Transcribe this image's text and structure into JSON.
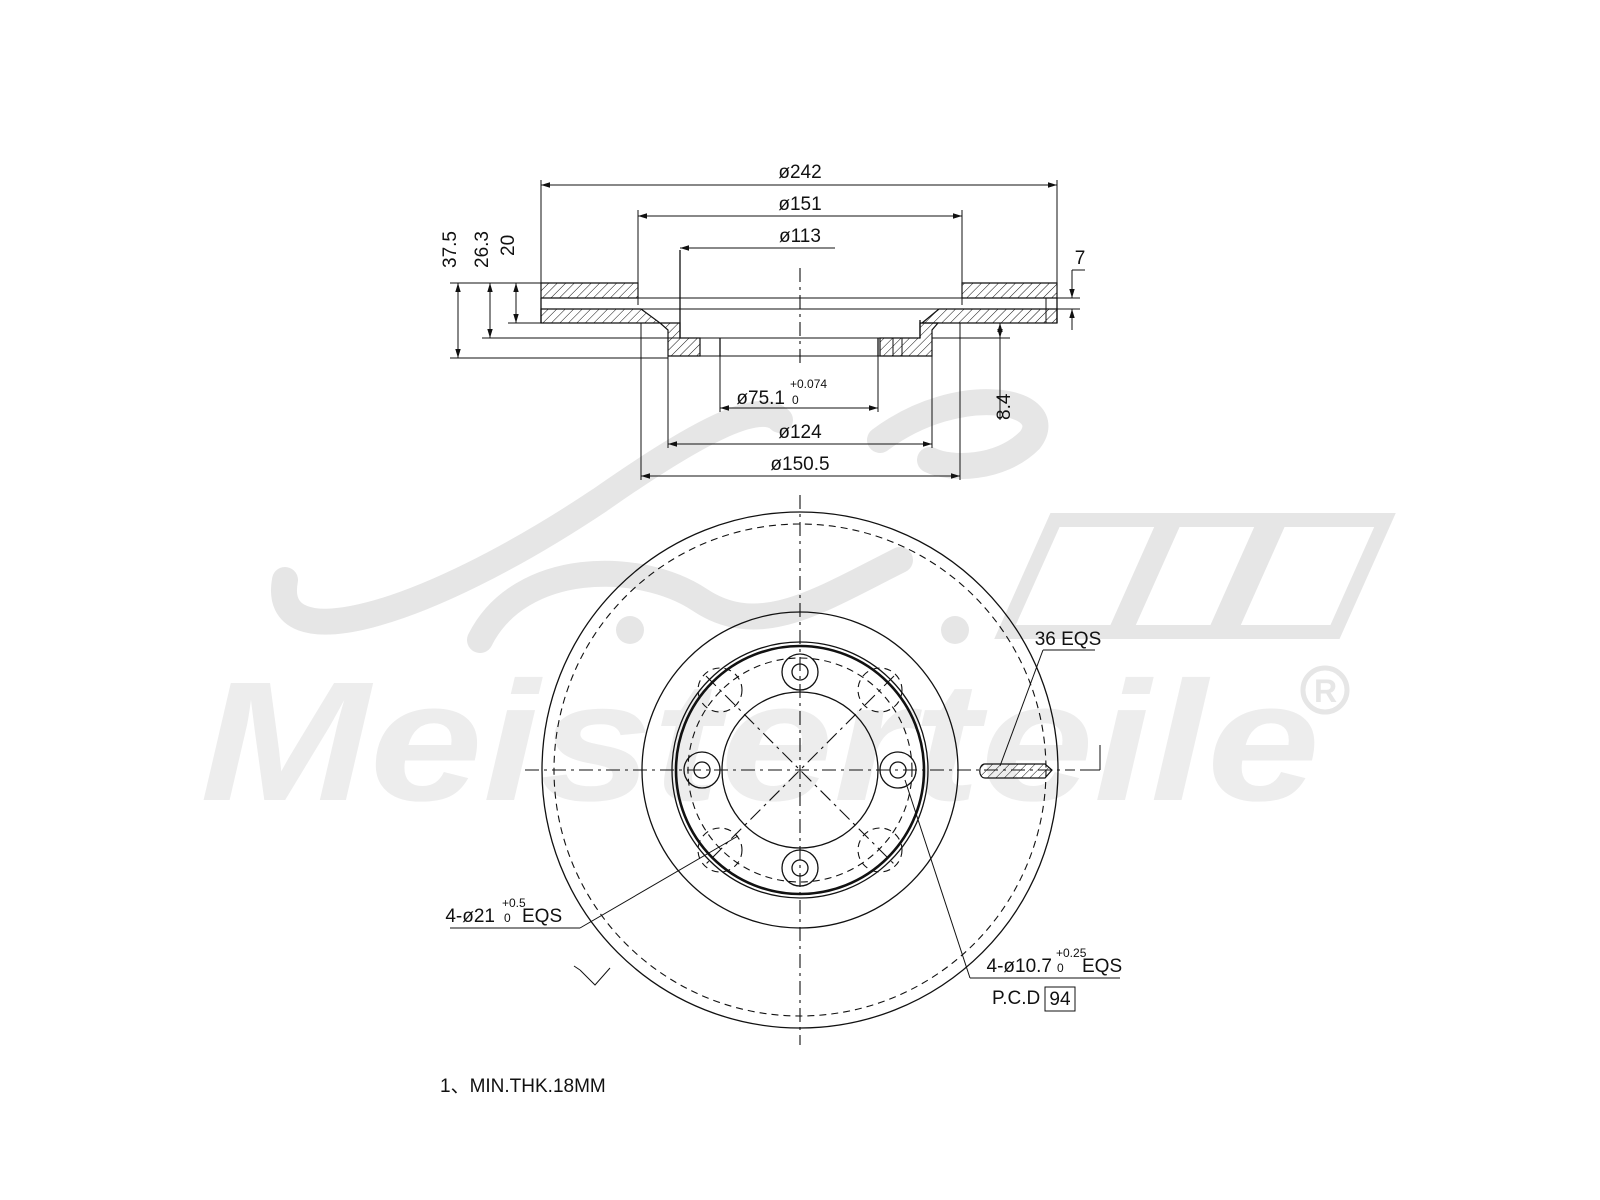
{
  "watermark": {
    "brand_monogram": "A.Z.",
    "brand_name": "Meisterteile",
    "registered_mark": "R"
  },
  "section_view": {
    "diameters": {
      "outer": "ø242",
      "friction_inner": "ø151",
      "hat_outer": "ø113",
      "center_bore": "ø75.1",
      "center_bore_tol_upper": "+0.074",
      "center_bore_tol_lower": "0",
      "hub_seat": "ø124",
      "hat_base": "ø150.5"
    },
    "heights": {
      "overall": "37.5",
      "hat": "26.3",
      "rotor": "20",
      "flange": "8.4",
      "vent_gap": "7"
    }
  },
  "front_view": {
    "vent_label": "36 EQS",
    "large_holes_prefix": "4-ø21",
    "large_holes_tol_upper": "+0.5",
    "large_holes_tol_lower": "0",
    "large_holes_suffix": "EQS",
    "bolt_holes_prefix": "4-ø10.7",
    "bolt_holes_tol_upper": "+0.25",
    "bolt_holes_tol_lower": "0",
    "bolt_holes_suffix": "EQS",
    "pcd_label": "P.C.D",
    "pcd_value": "94"
  },
  "note": "1、MIN.THK.18MM"
}
